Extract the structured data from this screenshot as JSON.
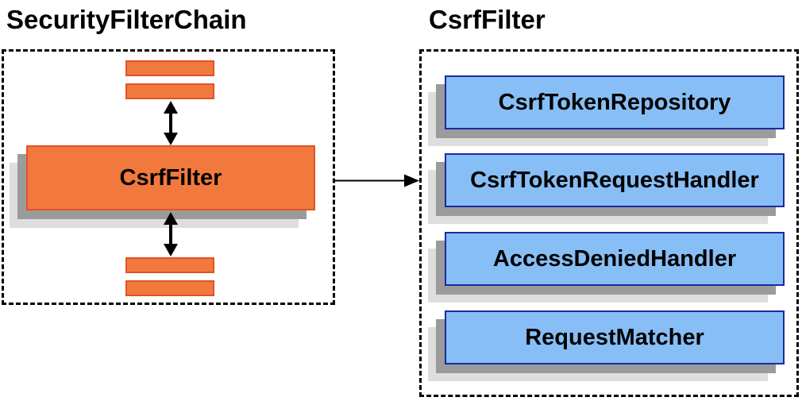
{
  "left_panel": {
    "title": "SecurityFilterChain",
    "filter_box_label": "CsrfFilter",
    "other_filters_note": "unlabeled orange bars above and below represent other filters in the chain"
  },
  "right_panel": {
    "title": "CsrfFilter",
    "components": [
      {
        "label": "CsrfTokenRepository"
      },
      {
        "label": "CsrfTokenRequestHandler"
      },
      {
        "label": "AccessDeniedHandler"
      },
      {
        "label": "RequestMatcher"
      }
    ]
  },
  "colors": {
    "orange_fill": "#F2793D",
    "orange_border": "#E25226",
    "blue_fill": "#87BEF5",
    "blue_border": "#1B2AA2",
    "shadow_dark": "#9B9B9B",
    "shadow_light": "#DEDEDE",
    "arrow": "#000000",
    "frame_border": "#000000",
    "background": "#FFFFFF"
  }
}
